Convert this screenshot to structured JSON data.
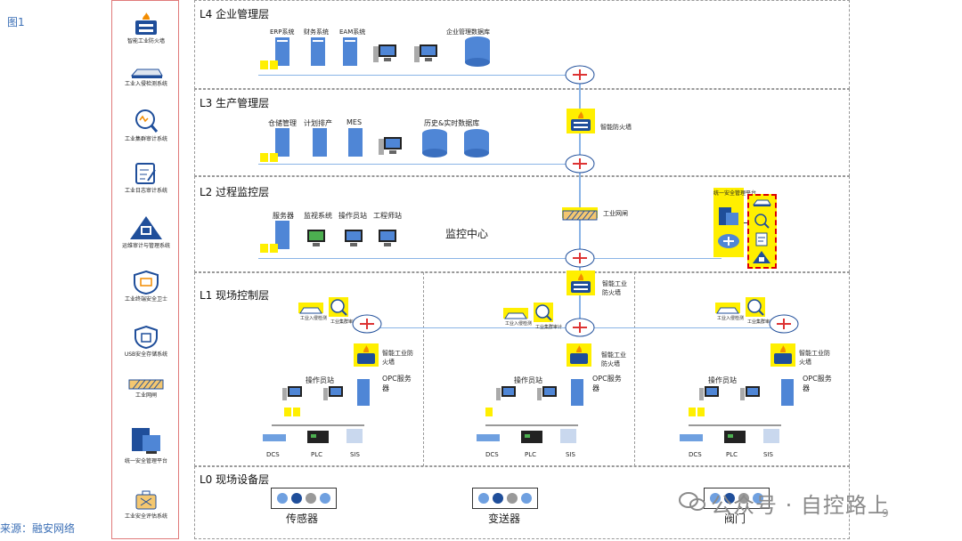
{
  "figure_label": "图1",
  "source": "来源：融安网络",
  "legend": {
    "items": [
      {
        "label": "智能工业防火墙",
        "icon": "firewall-icon"
      },
      {
        "label": "工业入侵检测系统",
        "icon": "ids-icon"
      },
      {
        "label": "工业集群审计系统",
        "icon": "audit-icon"
      },
      {
        "label": "工业日志审计系统",
        "icon": "log-audit-icon"
      },
      {
        "label": "运维审计与管理系统",
        "icon": "ops-audit-icon"
      },
      {
        "label": "工业终端安全卫士",
        "icon": "endpoint-guard-icon"
      },
      {
        "label": "USB安全存储系统",
        "icon": "usb-storage-icon"
      },
      {
        "label": "工业网闸",
        "icon": "gateway-icon"
      },
      {
        "label": "统一安全管理平台",
        "icon": "management-platform-icon"
      },
      {
        "label": "工业安全评估系统",
        "icon": "assessment-icon"
      }
    ]
  },
  "layers": {
    "l4": {
      "title": "L4 企业管理层",
      "labels": [
        "ERP系统",
        "财务系统",
        "EAM系统",
        "企业管理数据库"
      ]
    },
    "l3": {
      "title": "L3  生产管理层",
      "labels": [
        "仓储管理",
        "计划排产",
        "MES",
        "历史&实时数据库",
        "智能防火墙"
      ]
    },
    "l2": {
      "title": "L2 过程监控层",
      "labels": [
        "服务器",
        "监视系统",
        "操作员站",
        "工程师站",
        "监控中心",
        "工业网闸",
        "统一安全管理平台"
      ]
    },
    "l1": {
      "title": "L1 现场控制层",
      "top_firewall": "智能工业防火墙",
      "cells": [
        {
          "ids": "工业入侵检测",
          "audit": "工业集群审计",
          "firewall": "智能工业防火墙",
          "operator": "操作员站",
          "opc": "OPC服务器",
          "dcs": "DCS",
          "plc": "PLC",
          "sis": "SIS"
        },
        {
          "ids": "工业入侵检测",
          "audit": "工业集群审计",
          "firewall": "智能工业防火墙",
          "operator": "操作员站",
          "opc": "OPC服务器",
          "dcs": "DCS",
          "plc": "PLC",
          "sis": "SIS"
        },
        {
          "ids": "工业入侵检测",
          "audit": "工业集群审计",
          "firewall": "智能工业防火墙",
          "operator": "操作员站",
          "opc": "OPC服务器",
          "dcs": "DCS",
          "plc": "PLC",
          "sis": "SIS"
        }
      ]
    },
    "l0": {
      "title": "L0 现场设备层",
      "groups": [
        "传感器",
        "变送器",
        "阀门"
      ]
    }
  },
  "watermark": "公众号 · 自控路上",
  "page_number": "9",
  "colors": {
    "highlight": "#ffef00",
    "network_line": "#8ab4e6",
    "legend_border": "#e07a7a",
    "alert": "#dd0000"
  }
}
